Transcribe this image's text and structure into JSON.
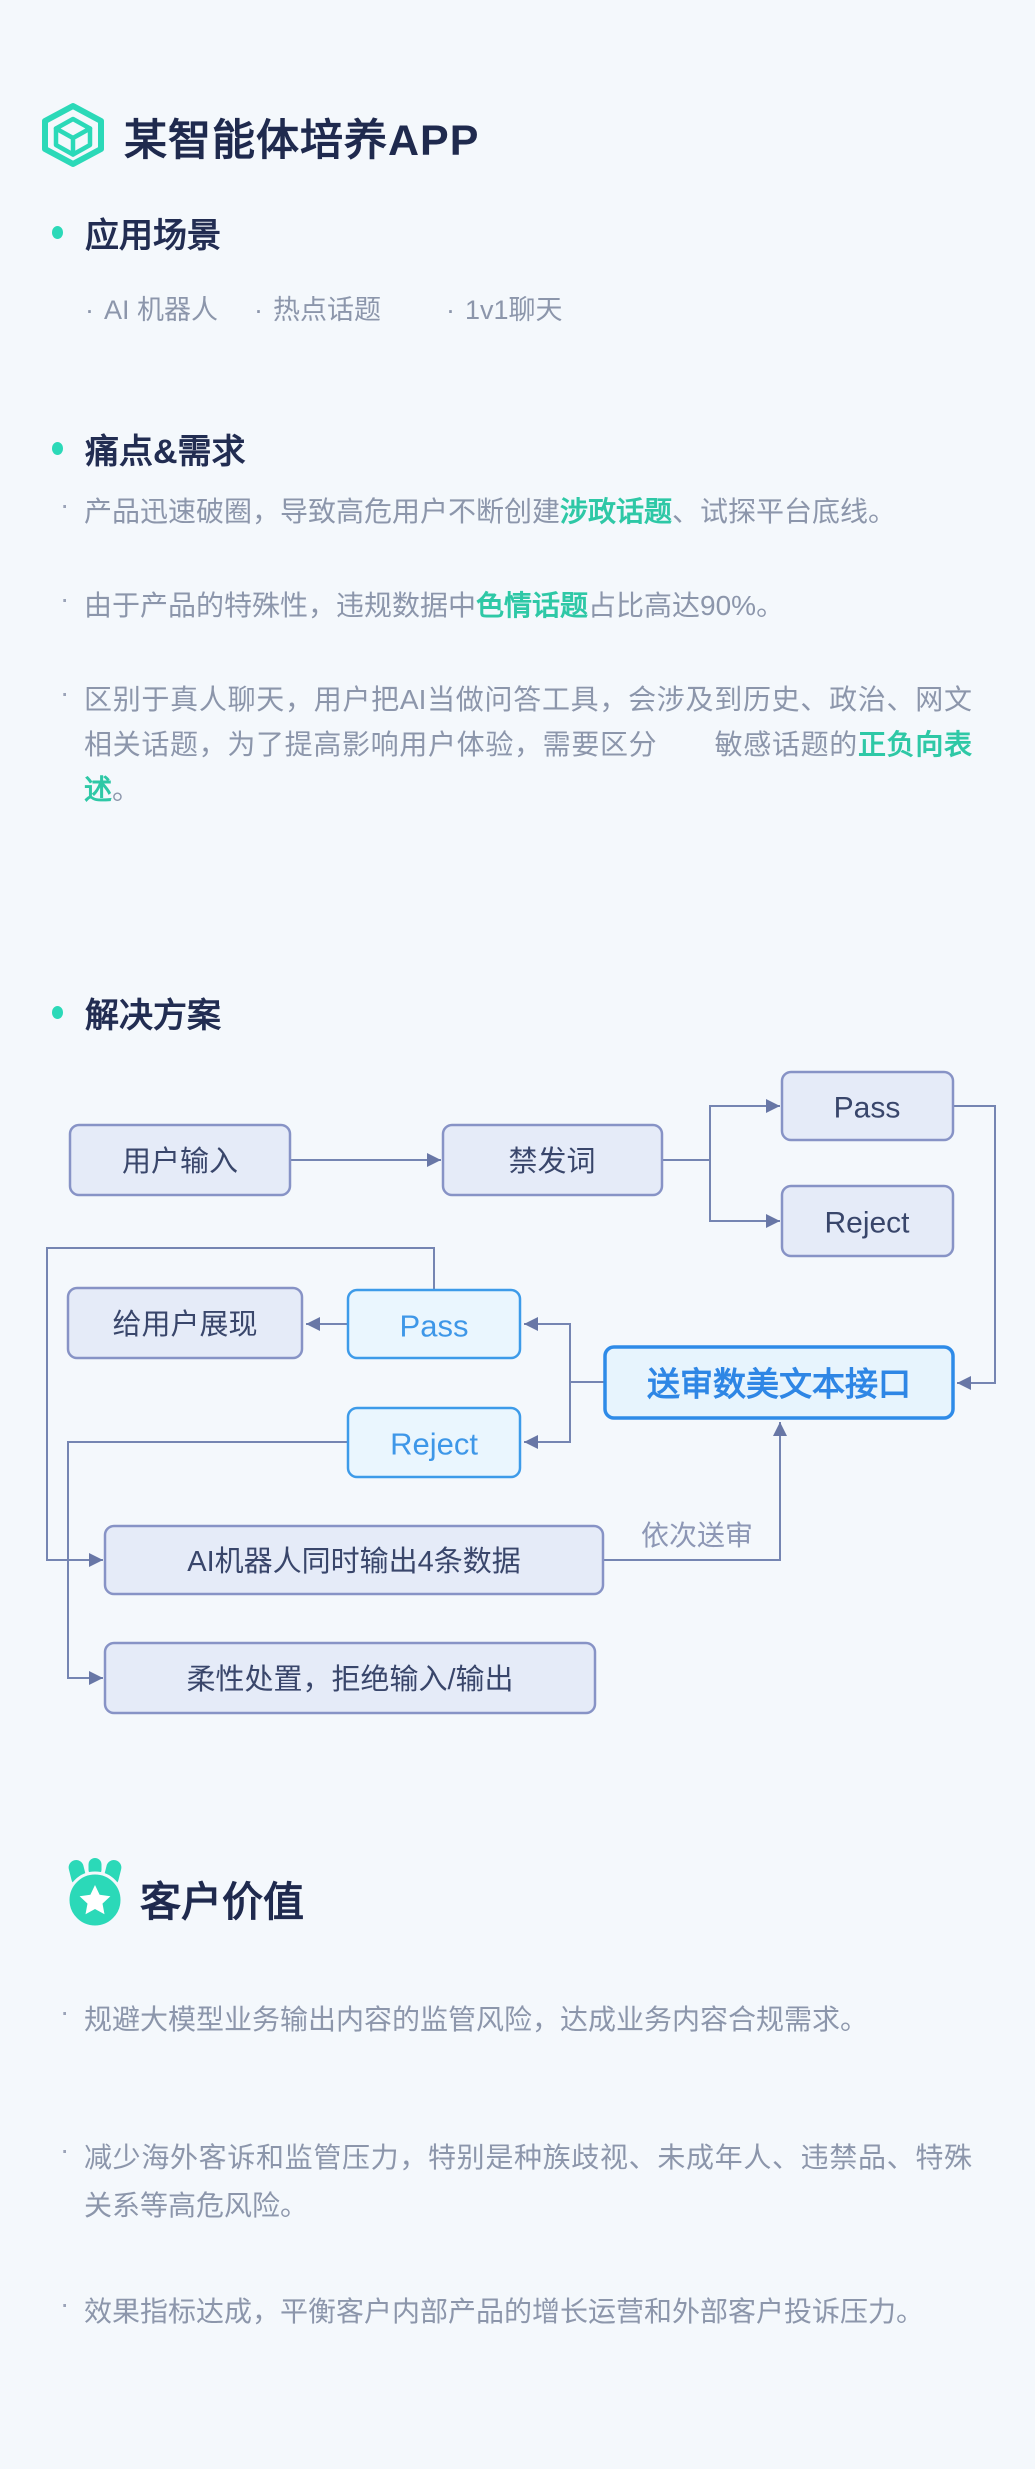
{
  "bullet_char": "·",
  "colors": {
    "accent_teal": "#2BD9B8",
    "highlight_teal": "#2EC8A6",
    "heading_navy": "#222D52",
    "body_gray": "#8C96AB",
    "flow_box_fill": "#E5EBF8",
    "flow_box_border": "#8793C6",
    "flow_box_text": "#39466B",
    "flow_blue_fill": "#EAF6FE",
    "flow_blue_border": "#3D9BE9",
    "flow_blue_text": "#3E97E8",
    "flow_hl_fill": "#E7F4FD",
    "flow_hl_border": "#2E8BE8",
    "flow_hl_text": "#2E86E5",
    "flow_line": "#7585B2"
  },
  "header": {
    "title": "某智能体培养APP",
    "logo_icon": "cube-hexagon-icon"
  },
  "scenarios": {
    "heading": "应用场景",
    "items": [
      {
        "label": "AI 机器人"
      },
      {
        "label": "热点话题"
      },
      {
        "label": "1v1聊天"
      }
    ]
  },
  "pain_points": {
    "heading": "痛点&需求",
    "bullets": [
      {
        "segments": [
          {
            "text": "产品迅速破圈，导致高危用户不断创建",
            "highlight": false
          },
          {
            "text": "涉政话题",
            "highlight": true
          },
          {
            "text": "、试探平台底线。",
            "highlight": false
          }
        ]
      },
      {
        "segments": [
          {
            "text": "由于产品的特殊性，违规数据中",
            "highlight": false
          },
          {
            "text": "色情话题",
            "highlight": true
          },
          {
            "text": "占比高达90%。",
            "highlight": false
          }
        ]
      },
      {
        "segments": [
          {
            "text": "区别于真人聊天，用户把AI当做问答工具，会涉及到历史、政治、网文相关话题，为了提高影响用户体验，需要区分　　敏感话题的",
            "highlight": false
          },
          {
            "text": "正负向表述",
            "highlight": true
          },
          {
            "text": "。",
            "highlight": false
          }
        ]
      }
    ]
  },
  "solution": {
    "heading": "解决方案",
    "flowchart": {
      "nodes": {
        "user_input": {
          "label": "用户输入"
        },
        "forbidden_words": {
          "label": "禁发词"
        },
        "pass_top": {
          "label": "Pass"
        },
        "reject_top": {
          "label": "Reject"
        },
        "show_to_user": {
          "label": "给用户展现"
        },
        "pass_review": {
          "label": "Pass"
        },
        "reject_review": {
          "label": "Reject"
        },
        "review_api": {
          "label": "送审数美文本接口"
        },
        "ai_output": {
          "label": "AI机器人同时输出4条数据"
        },
        "soft_handling": {
          "label": "柔性处置，拒绝输入/输出"
        }
      },
      "edge_label": "依次送审"
    }
  },
  "customer_value": {
    "heading": "客户价值",
    "icon": "star-badge-icon",
    "bullets": [
      {
        "text": "规避大模型业务输出内容的监管风险，达成业务内容合规需求。"
      },
      {
        "text": "减少海外客诉和监管压力，特别是种族歧视、未成年人、违禁品、特殊关系等高危风险。"
      },
      {
        "text": "效果指标达成，平衡客户内部产品的增长运营和外部客户投诉压力。"
      }
    ]
  }
}
